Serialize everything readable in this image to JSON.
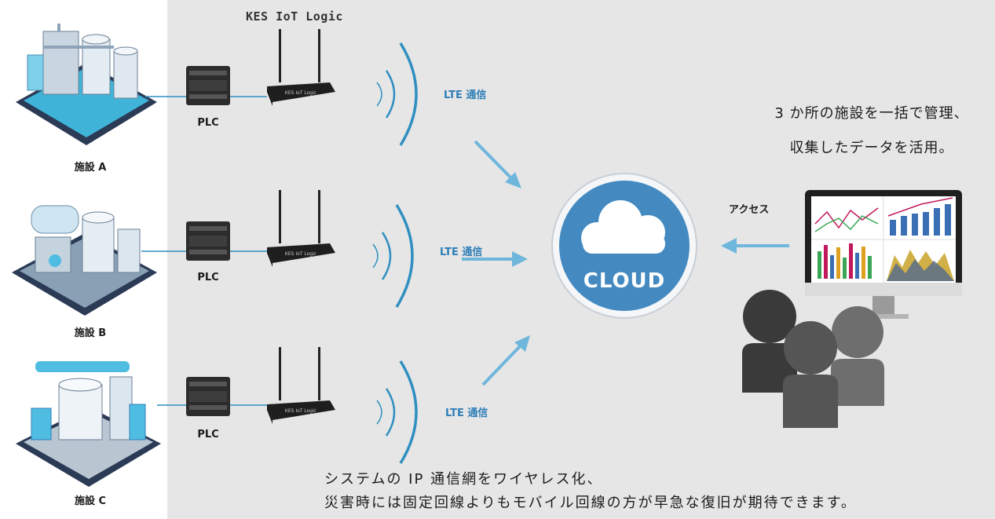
{
  "brand": "KES IoT Logic",
  "facilities": [
    {
      "label": "施設 A"
    },
    {
      "label": "施設 B"
    },
    {
      "label": "施設 C"
    }
  ],
  "plc_label": "PLC",
  "lte_label": "LTE 通信",
  "cloud_label": "CLOUD",
  "access_label": "アクセス",
  "message": [
    "3 か所の施設を一括で管理、",
    "収集したデータを活用。"
  ],
  "bottom_text": [
    "システムの IP 通信網をワイヤレス化、",
    "災害時には固定回線よりもモバイル回線の方が早急な復旧が期待できます。"
  ],
  "colors": {
    "accent_blue": "#2f7fb8",
    "arrow_blue": "#6fb6dc",
    "cloud_ring": "#3a7bb5",
    "person_dark": "#3a3a3a",
    "person_mid": "#555555",
    "person_light": "#6e6e6e"
  }
}
